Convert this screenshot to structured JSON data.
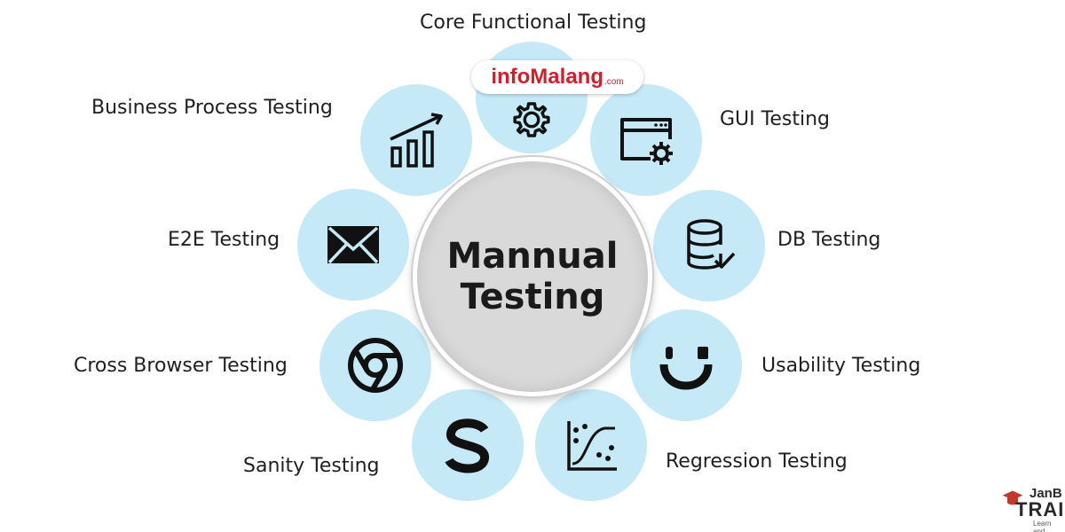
{
  "center": {
    "line1": "Mannual",
    "line2": "Testing",
    "color": "#d9d9d9"
  },
  "node_color": "#c6e9f7",
  "watermark": {
    "part1": "infoMalang",
    "part2": "",
    "part3": ".com"
  },
  "corner_logo": {
    "line1": "JanB",
    "line2": "TRAIN",
    "line3": "Learn and"
  },
  "nodes": [
    {
      "label": "Core Functional Testing",
      "icon": "gear-icon"
    },
    {
      "label": "GUI Testing",
      "icon": "browser-settings-icon"
    },
    {
      "label": "DB Testing",
      "icon": "database-check-icon"
    },
    {
      "label": "Usability Testing",
      "icon": "smiley-icon"
    },
    {
      "label": "Regression Testing",
      "icon": "regression-chart-icon"
    },
    {
      "label": "Sanity Testing",
      "icon": "letter-s-icon"
    },
    {
      "label": "Cross Browser Testing",
      "icon": "chrome-icon"
    },
    {
      "label": "E2E Testing",
      "icon": "envelope-icon"
    },
    {
      "label": "Business Process Testing",
      "icon": "growth-chart-icon"
    }
  ]
}
